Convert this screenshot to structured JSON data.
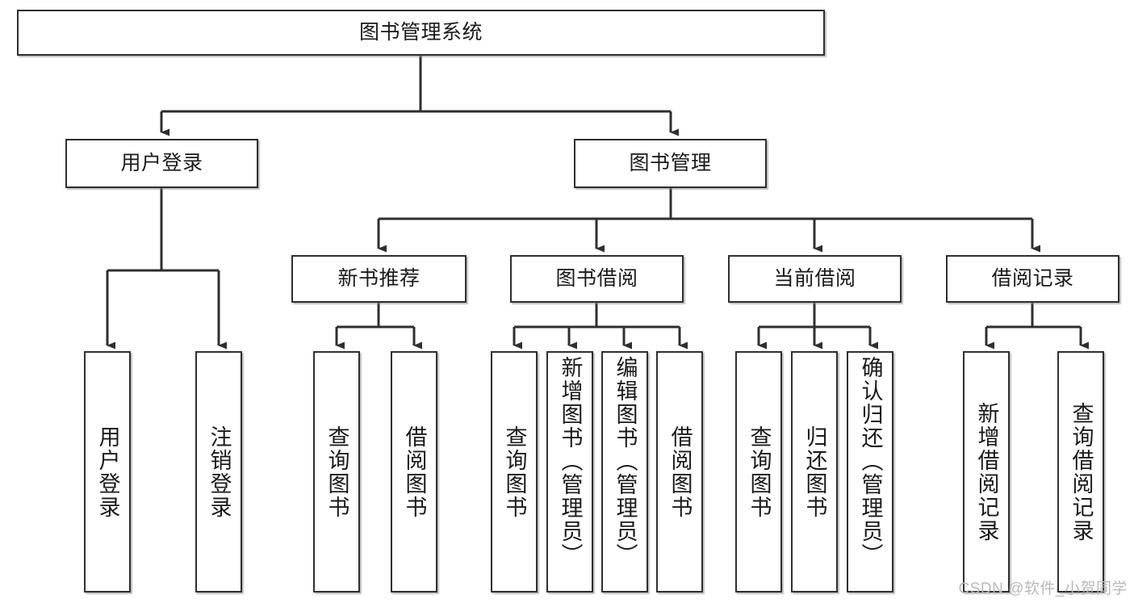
{
  "diagram": {
    "title": "图书管理系统",
    "type": "tree",
    "orientation": "top-down",
    "root": {
      "id": "root",
      "label": "图书管理系统",
      "text_direction": "horizontal"
    },
    "level2": [
      {
        "id": "user-login",
        "label": "用户登录",
        "text_direction": "horizontal"
      },
      {
        "id": "book-management",
        "label": "图书管理",
        "text_direction": "horizontal"
      }
    ],
    "level3": [
      {
        "id": "new-book-recommend",
        "label": "新书推荐",
        "text_direction": "horizontal",
        "parent": "book-management"
      },
      {
        "id": "book-borrow",
        "label": "图书借阅",
        "text_direction": "horizontal",
        "parent": "book-management"
      },
      {
        "id": "current-borrow",
        "label": "当前借阅",
        "text_direction": "horizontal",
        "parent": "book-management"
      },
      {
        "id": "borrow-record",
        "label": "借阅记录",
        "text_direction": "horizontal",
        "parent": "book-management"
      }
    ],
    "leaves": [
      {
        "id": "leaf-user-login",
        "label": "用户登录",
        "parent": "user-login",
        "text_direction": "vertical"
      },
      {
        "id": "leaf-user-logout",
        "label": "注销登录",
        "parent": "user-login",
        "text_direction": "vertical"
      },
      {
        "id": "leaf-query-book-1",
        "label": "查询图书",
        "parent": "new-book-recommend",
        "text_direction": "vertical"
      },
      {
        "id": "leaf-borrow-book-1",
        "label": "借阅图书",
        "parent": "new-book-recommend",
        "text_direction": "vertical"
      },
      {
        "id": "leaf-query-book-2",
        "label": "查询图书",
        "parent": "book-borrow",
        "text_direction": "vertical"
      },
      {
        "id": "leaf-add-book",
        "label": "新增图书（管理员）",
        "parent": "book-borrow",
        "text_direction": "vertical"
      },
      {
        "id": "leaf-edit-book",
        "label": "编辑图书（管理员）",
        "parent": "book-borrow",
        "text_direction": "vertical"
      },
      {
        "id": "leaf-borrow-book-2",
        "label": "借阅图书",
        "parent": "book-borrow",
        "text_direction": "vertical"
      },
      {
        "id": "leaf-query-book-3",
        "label": "查询图书",
        "parent": "current-borrow",
        "text_direction": "vertical"
      },
      {
        "id": "leaf-return-book",
        "label": "归还图书",
        "parent": "current-borrow",
        "text_direction": "vertical"
      },
      {
        "id": "leaf-confirm-return",
        "label": "确认归还（管理员）",
        "parent": "current-borrow",
        "text_direction": "vertical"
      },
      {
        "id": "leaf-add-record",
        "label": "新增借阅记录",
        "parent": "borrow-record",
        "text_direction": "vertical"
      },
      {
        "id": "leaf-query-record",
        "label": "查询借阅记录",
        "parent": "borrow-record",
        "text_direction": "vertical"
      }
    ],
    "colors": {
      "box_border": "#2f2f2f",
      "box_fill": "#ffffff",
      "edge": "#2f2f2f",
      "text": "#1a1a1a",
      "background": "#ffffff",
      "watermark": "#b9b9b9"
    }
  },
  "watermark": {
    "text": "CSDN @软件_小贺同学"
  }
}
